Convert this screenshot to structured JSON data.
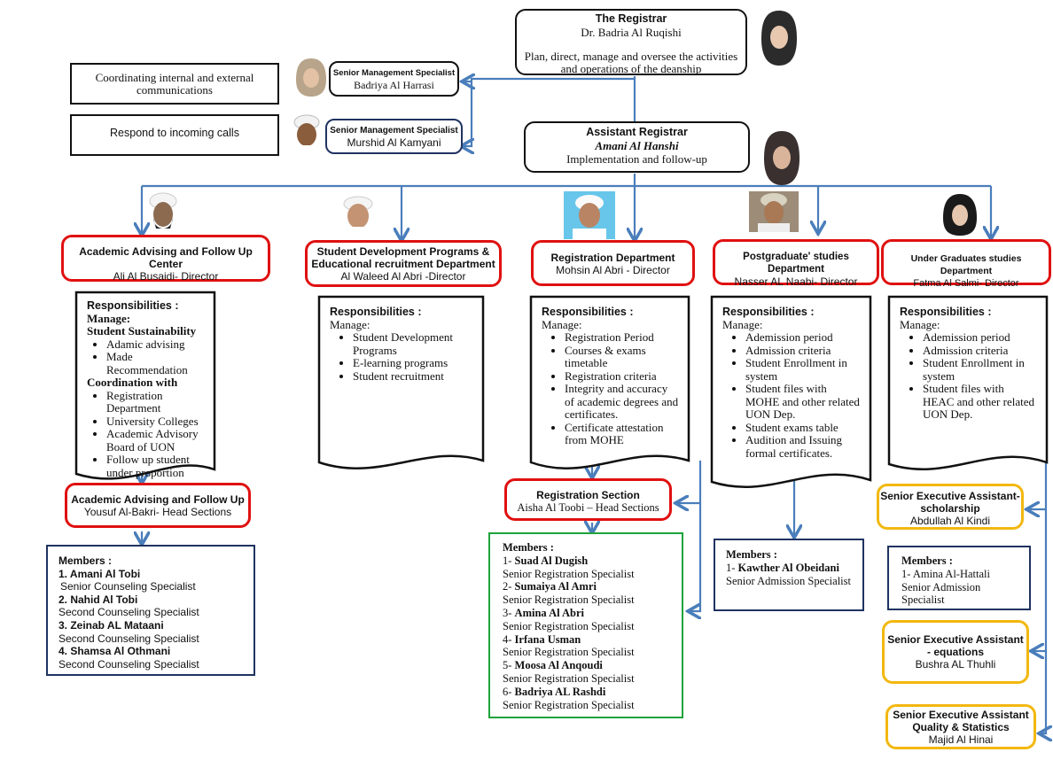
{
  "registrar": {
    "title": "The Registrar",
    "name": "Dr. Badria Al Ruqishi",
    "desc": "Plan, direct, manage and oversee the activities and operations of the deanship"
  },
  "assistant": {
    "title": "Assistant Registrar",
    "name": "Amani Al Hanshi",
    "desc": "Implementation and follow-up"
  },
  "specialists": [
    {
      "title": "Senior Management Specialist",
      "name": "Badriya Al Harrasi",
      "task": "Coordinating internal and external communications"
    },
    {
      "title": "Senior Management Specialist",
      "name": "Murshid Al Kamyani",
      "task": "Respond to incoming calls"
    }
  ],
  "departments": [
    {
      "title": "Academic Advising and Follow Up Center",
      "head": "Ali Al Busaidi- Director"
    },
    {
      "title": "Student Development Programs & Educational  recruitment Department",
      "head": "Al Waleed Al Abri -Director"
    },
    {
      "title": "Registration Department",
      "head": "Mohsin Al Abri - Director"
    },
    {
      "title": "Postgraduate' studies Department",
      "head": "Nasser AL Naabi- Director"
    },
    {
      "title": "Under Graduates studies Department",
      "head": "Fatma Al Salmi- Director"
    }
  ],
  "responsibilities": {
    "label": "Responsibilities :",
    "advising": {
      "manage": "Manage:",
      "group1": "Student Sustainability",
      "items1": [
        "Adamic advising",
        "Made Recommendation"
      ],
      "group2": "Coordination with",
      "items2": [
        "Registration Department",
        "University Colleges",
        "Academic Advisory Board of UON",
        "Follow up student under proportion"
      ]
    },
    "development": {
      "manage": "Manage:",
      "items": [
        "Student Development Programs",
        "E-learning programs",
        "Student recruitment"
      ]
    },
    "registration": {
      "manage": "Manage:",
      "items": [
        "Registration Period",
        "Courses & exams timetable",
        "Registration criteria",
        "Integrity and accuracy of academic degrees and certificates.",
        "Certificate attestation from MOHE"
      ]
    },
    "postgraduate": {
      "manage": "Manage:",
      "items": [
        "Ademission period",
        "Admission criteria",
        "Student Enrollment in system",
        "Student files with MOHE and other related UON Dep.",
        "Student exams table",
        "Audition and Issuing formal certificates."
      ]
    },
    "undergraduate": {
      "manage": "Manage:",
      "items": [
        "Ademission period",
        "Admission criteria",
        "Student Enrollment in system",
        "Student files with HEAC and other related UON Dep."
      ]
    }
  },
  "advising_section": {
    "title": "Academic Advising and Follow Up",
    "head": "Yousuf Al-Bakri- Head Sections"
  },
  "registration_section": {
    "title": "Registration Section",
    "head": "Aisha  Al Toobi – Head Sections"
  },
  "members_label": "Members :",
  "advising_members": [
    {
      "name": "1. Amani Al Tobi",
      "role": "Senior Counseling Specialist"
    },
    {
      "name": "2. Nahid Al Tobi",
      "role": "Second Counseling Specialist"
    },
    {
      "name": "3. Zeinab AL Mataani",
      "role": "Second Counseling Specialist"
    },
    {
      "name": "4. Shamsa Al Othmani",
      "role": "Second Counseling Specialist"
    }
  ],
  "registration_members": [
    {
      "num": "1-",
      "name": "Suad Al Dugish",
      "role": "Senior Registration Specialist"
    },
    {
      "num": "2-",
      "name": "Sumaiya Al Amri",
      "role": "Senior Registration Specialist"
    },
    {
      "num": "3-",
      "name": "Amina Al Abri",
      "role": "Senior Registration Specialist"
    },
    {
      "num": "4-",
      "name": "Irfana Usman",
      "role": "Senior Registration Specialist"
    },
    {
      "num": "5-",
      "name": "Moosa Al Anqoudi",
      "role": "Senior Registration Specialist"
    },
    {
      "num": "6-",
      "name": "Badriya AL Rashdi",
      "role": "Senior Registration Specialist"
    }
  ],
  "postgraduate_members": {
    "num": "1-",
    "name": "Kawther Al Obeidani",
    "role": "Senior Admission Specialist"
  },
  "undergraduate_members": {
    "name": "1- Amina Al-Hattali",
    "role": "Senior Admission Specialist"
  },
  "executives": [
    {
      "title": "Senior Executive Assistant- scholarship",
      "name": "Abdullah Al Kindi"
    },
    {
      "title": "Senior Executive Assistant - equations",
      "name": "Bushra AL Thuhli"
    },
    {
      "title": "Senior Executive Assistant Quality & Statistics",
      "name": "Majid Al Hinai"
    }
  ],
  "colors": {
    "connector": "#4a7ebb",
    "red": "#e01010",
    "navy": "#1f3360",
    "green": "#1ea33a",
    "gold": "#f2b80f"
  }
}
